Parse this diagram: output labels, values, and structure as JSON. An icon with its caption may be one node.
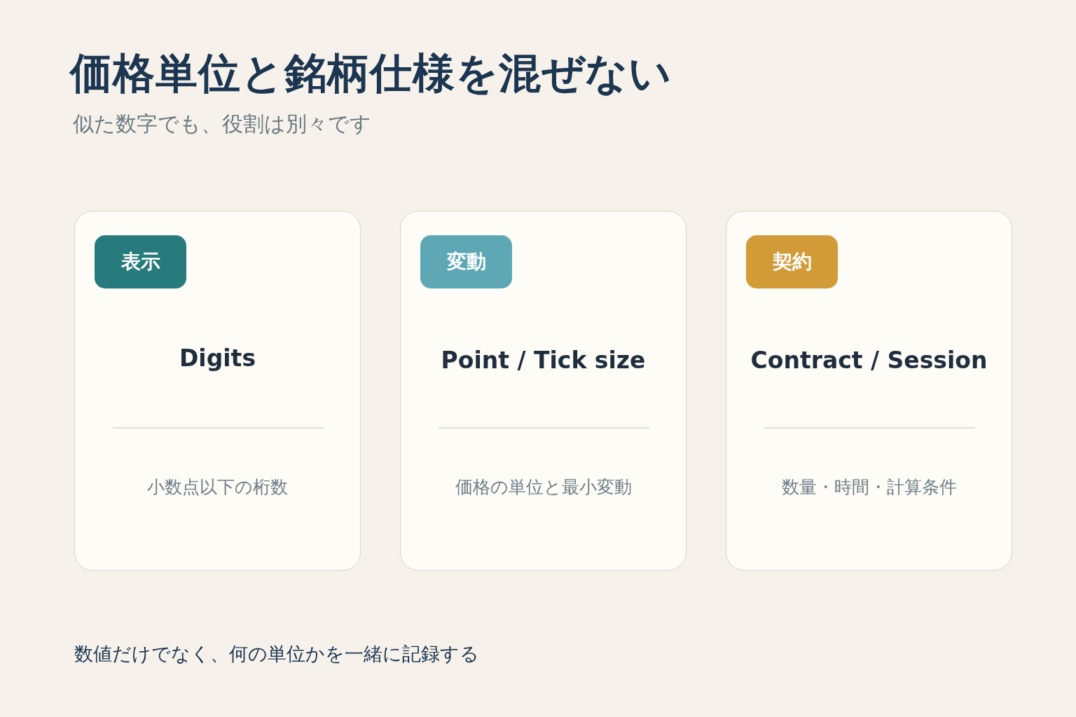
{
  "diagram": {
    "title": "価格単位と銘柄仕様を混ぜない",
    "nodes": [
      {
        "text": [
          "Digits",
          "小数点以下の桁数"
        ]
      },
      {
        "text": [
          "表示"
        ],
        "in": 0
      },
      {
        "text": [
          "Point / Tick size",
          "価格の単位と最小変動"
        ]
      },
      {
        "text": [
          "変動"
        ],
        "in": 2
      },
      {
        "text": [
          "Contract / Session",
          "数量・時間・計算条件"
        ]
      },
      {
        "text": [
          "契約"
        ],
        "in": 4
      }
    ],
    "labels": [
      "似た数字でも、役割は別々です"
    ],
    "caption": "数値だけでなく、何の単位かを一緒に記録する"
  }
}
